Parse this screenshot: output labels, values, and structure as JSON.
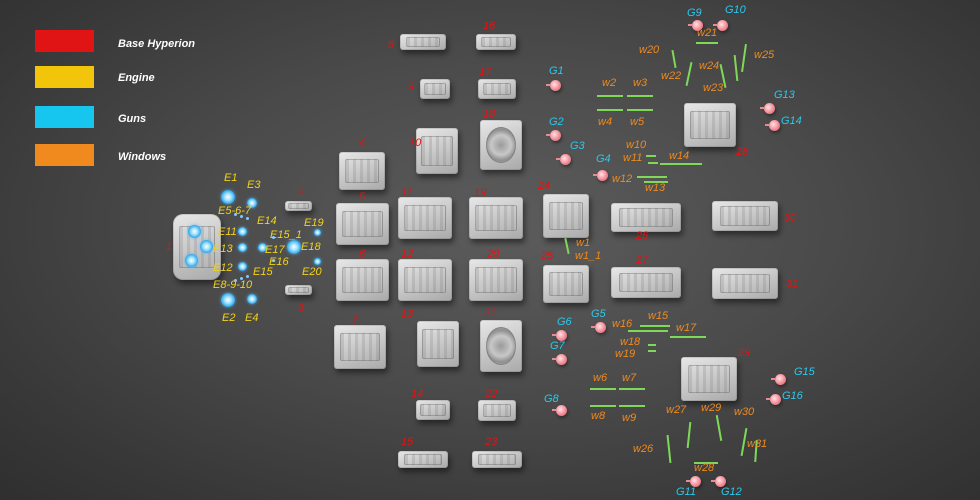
{
  "legend": {
    "base": {
      "label": "Base Hyperion",
      "color": "#e01414"
    },
    "engine": {
      "label": "Engine",
      "color": "#f2c40a"
    },
    "guns": {
      "label": "Guns",
      "color": "#16c6ee"
    },
    "windows": {
      "label": "Windows",
      "color": "#f08a1e"
    }
  },
  "base_labels": [
    "1",
    "2",
    "3",
    "4",
    "5",
    "6",
    "7",
    "8",
    "9",
    "10",
    "11",
    "12",
    "13",
    "14",
    "15",
    "16",
    "17",
    "18",
    "19",
    "20",
    "21",
    "22",
    "23",
    "24",
    "25",
    "26",
    "27",
    "28",
    "29",
    "30",
    "31"
  ],
  "engine_labels": [
    "E1",
    "E2",
    "E3",
    "E4",
    "E5-6-7",
    "E8-9-10",
    "E11",
    "E12",
    "E13",
    "E14",
    "E15",
    "E15_1",
    "E16",
    "E17",
    "E18",
    "E19",
    "E20"
  ],
  "gun_labels": [
    "G1",
    "G2",
    "G3",
    "G4",
    "G5",
    "G6",
    "G7",
    "G8",
    "G9",
    "G10",
    "G11",
    "G12",
    "G13",
    "G14",
    "G15",
    "G16"
  ],
  "window_labels": [
    "w1",
    "w1_1",
    "w2",
    "w3",
    "w4",
    "w5",
    "w6",
    "w7",
    "w8",
    "w9",
    "w10",
    "w11",
    "w12",
    "w13",
    "w14",
    "w15",
    "w16",
    "w17",
    "w18",
    "w19",
    "w20",
    "w21",
    "w22",
    "w23",
    "w24",
    "w25",
    "w26",
    "w27",
    "w28",
    "w29",
    "w30",
    "w31"
  ]
}
